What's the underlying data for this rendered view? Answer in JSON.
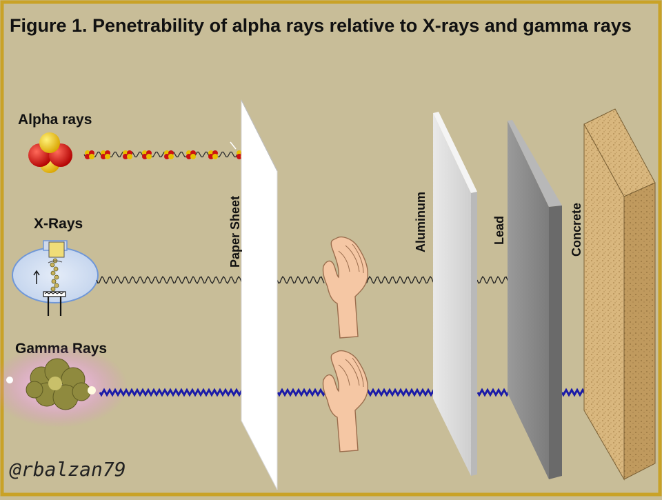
{
  "title": "Figure 1. Penetrability of alpha rays relative to X-rays and gamma rays",
  "rays": {
    "alpha": "Alpha rays",
    "xray": "X-Rays",
    "gamma": "Gamma Rays"
  },
  "barriers": {
    "paper": "Paper Sheet",
    "aluminum": "Aluminum",
    "lead": "Lead",
    "concrete": "Concrete"
  },
  "signature": "@rbalzan79",
  "colors": {
    "background": "#c8bd98",
    "frame": "#c9a227",
    "alpha_red": "#cc1111",
    "alpha_yellow": "#f2c200",
    "gamma_wave": "#1a1aa8",
    "xray_wave": "#222222"
  }
}
